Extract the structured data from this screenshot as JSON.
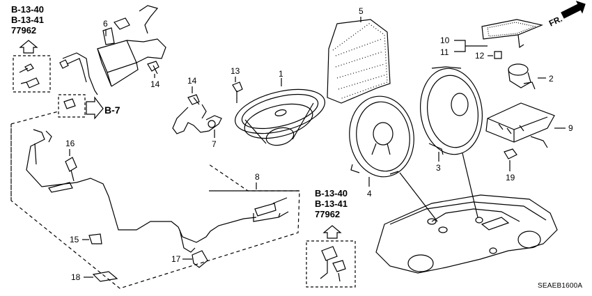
{
  "ref_blocks": [
    {
      "lines": [
        "B-13-40",
        "B-13-41",
        "77962"
      ]
    },
    {
      "lines": [
        "B-13-40",
        "B-13-41",
        "77962"
      ]
    }
  ],
  "arrow_labels": {
    "b7": "B-7",
    "front": "FR."
  },
  "part_numbers": {
    "n1": "1",
    "n2": "2",
    "n3": "3",
    "n4": "4",
    "n5": "5",
    "n6": "6",
    "n7": "7",
    "n8": "8",
    "n9": "9",
    "n10": "10",
    "n11": "11",
    "n12": "12",
    "n13": "13",
    "n14a": "14",
    "n14b": "14",
    "n15": "15",
    "n16": "16",
    "n17": "17",
    "n18": "18",
    "n19": "19"
  },
  "diagram_code": "SEAEB1600A"
}
